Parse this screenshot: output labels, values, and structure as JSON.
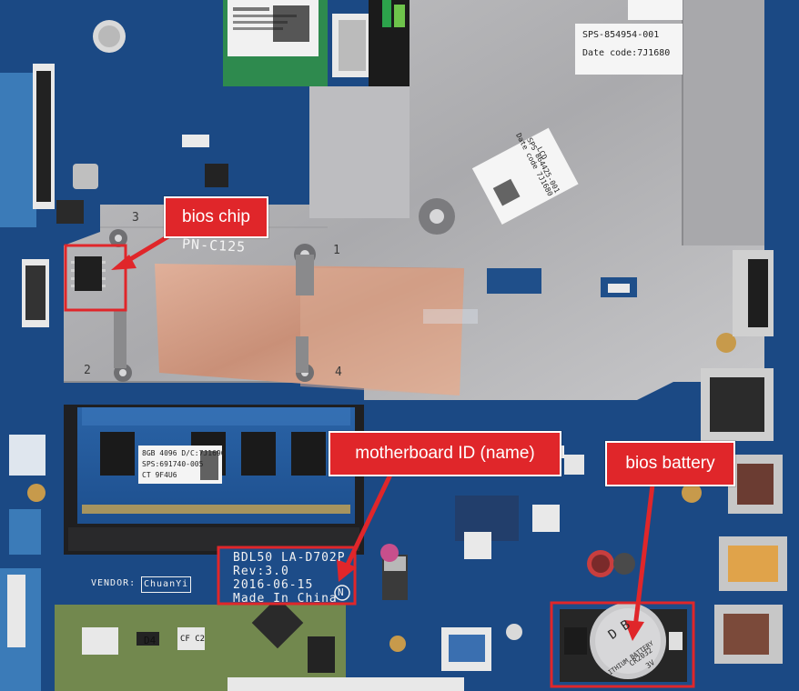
{
  "callouts": {
    "bios_chip": "bios chip",
    "motherboard_id": "motherboard ID (name)",
    "bios_battery": "bios battery"
  },
  "board_silkscreen": {
    "line1": "BDL50 LA-D702P",
    "line2": "Rev:3.0",
    "line3": "2016-06-15",
    "line4": "Made In China",
    "vendor_label": "VENDOR:",
    "vendor_value": "ChuanYi",
    "logo_mark": "N"
  },
  "stickers": {
    "heatsink_top": "SPS-854954-001",
    "heatsink_date": "Date code:7J1680",
    "heatsink_rotated_1": "LCD",
    "heatsink_rotated_2": "SPS 864425-001",
    "heatsink_rotated_3": "Date code 7J1680",
    "heatsink_embossed": "PN-C125",
    "ram_line1": "8GB 4096 D/C:7J1690",
    "ram_line2": "SPS:691740-005",
    "ram_line3": "CT 9F4U6"
  },
  "component_labels": {
    "d4": "D4",
    "cap": "CF C2",
    "screw_1": "1",
    "screw_2": "2",
    "screw_3": "3",
    "screw_4": "4",
    "battery_text_1": "D B",
    "battery_text_2": "LITHIUM BATTERY",
    "battery_text_3": "CR2032",
    "battery_text_4": "3V"
  },
  "colors": {
    "callout": "#e0262a",
    "highlight_box": "#e0262a",
    "pcb": "#1d4c88",
    "heatsink": "#b4b4b6",
    "copper": "#d6a489"
  }
}
